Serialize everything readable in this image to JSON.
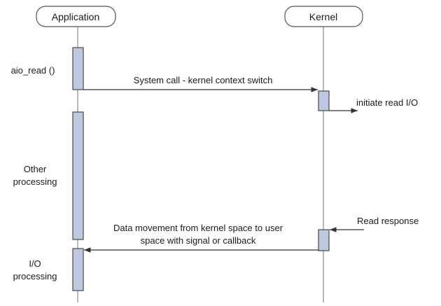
{
  "participants": {
    "application": "Application",
    "kernel": "Kernel"
  },
  "messages": {
    "system_call": "System call - kernel context switch",
    "data_movement_line1": "Data movement from kernel space to user",
    "data_movement_line2": "space with signal or callback"
  },
  "app_notes": {
    "aio_read": "aio_read ()",
    "other_line1": "Other",
    "other_line2": "processing",
    "io_line1": "I/O",
    "io_line2": "processing"
  },
  "kernel_notes": {
    "initiate": "initiate read I/O",
    "read_response": "Read response"
  },
  "colors": {
    "activation_fill": "#bcc9e0",
    "line": "#333333"
  }
}
